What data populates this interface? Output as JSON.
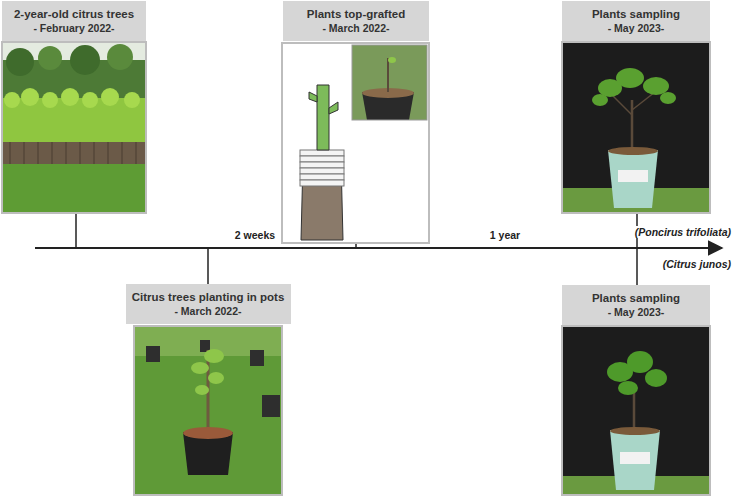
{
  "diagram": {
    "nodes": [
      {
        "text": [
          "2-year-old citrus trees",
          "- February 2022-"
        ]
      },
      {
        "text": [
          "Citrus trees planting in pots",
          "- March 2022-"
        ]
      },
      {
        "text": [
          "Plants top-grafted",
          "- March 2022-"
        ]
      },
      {
        "text": [
          "Plants sampling",
          "- May 2023-"
        ]
      },
      {
        "text": [
          "Plants sampling",
          "- May 2023-"
        ]
      }
    ],
    "labels": [
      "2 weeks",
      "1 year",
      "(Poncirus trifoliata)",
      "(Citrus junos)"
    ]
  }
}
